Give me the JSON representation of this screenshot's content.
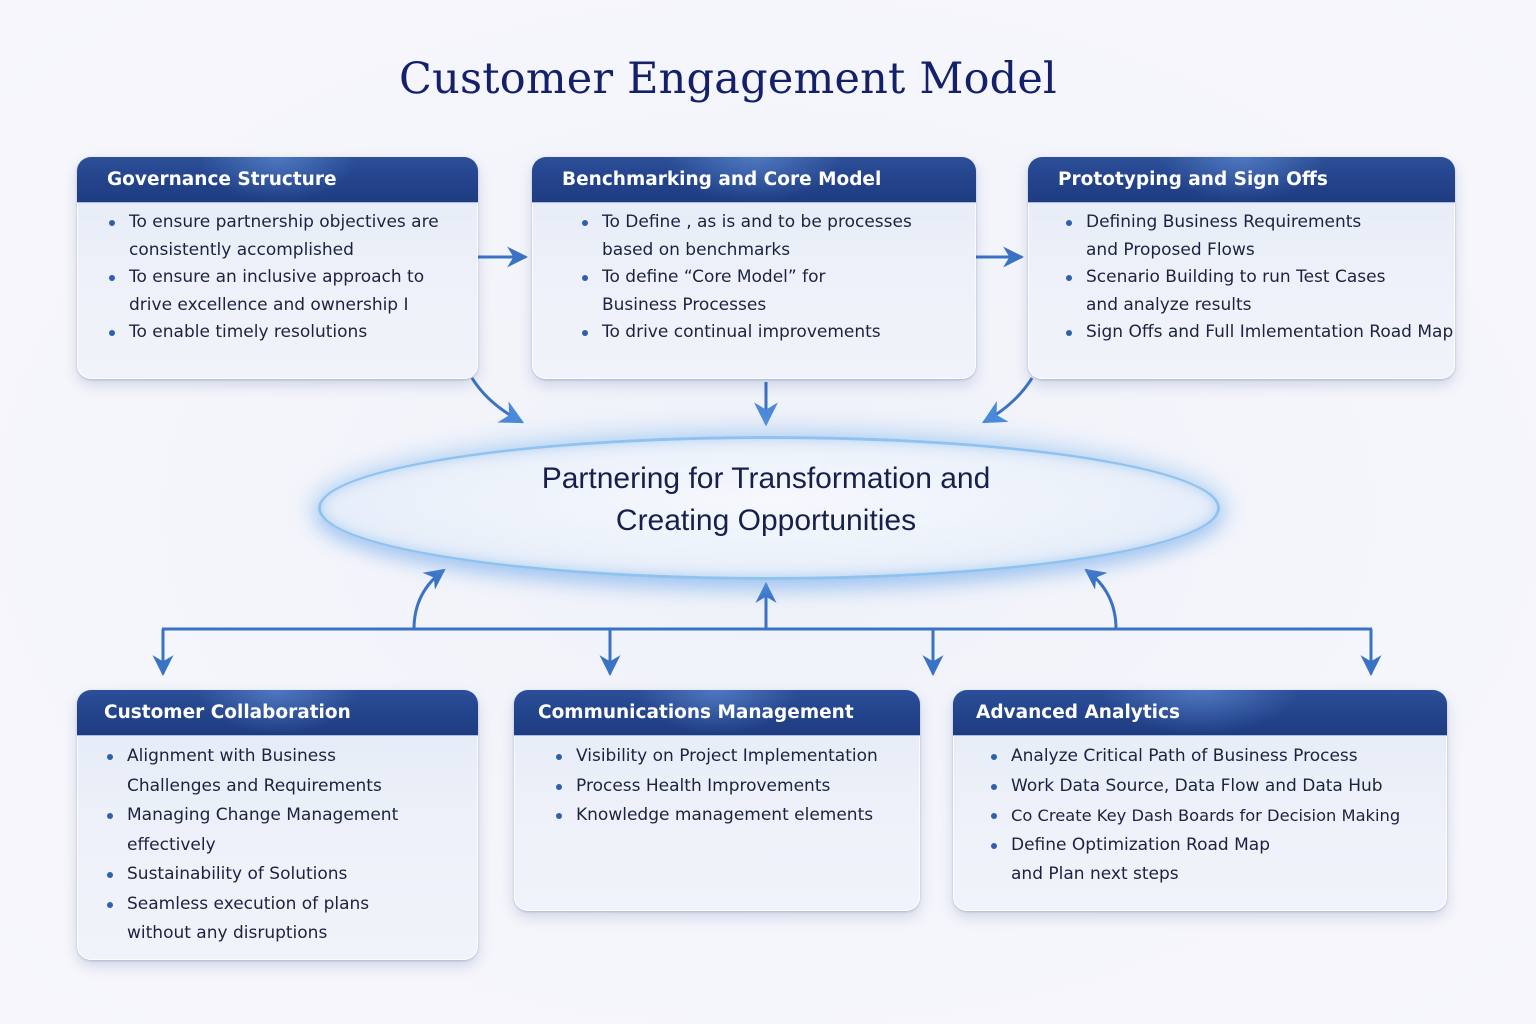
{
  "title": "Customer Engagement Model",
  "center": {
    "line1": "Partnering for Transformation and",
    "line2": "Creating Opportunities"
  },
  "top_cards": [
    {
      "title": "Governance Structure",
      "items": [
        "To ensure partnership objectives are consistently accomplished",
        "To ensure an inclusive approach to drive excellence and ownership I",
        "To enable timely resolutions"
      ]
    },
    {
      "title": "Benchmarking and Core Model",
      "items": [
        "To Define , as is and to be processes based on benchmarks",
        "To define “Core Model” for Business Processes",
        "To drive continual improvements"
      ]
    },
    {
      "title": "Prototyping and Sign Offs",
      "items": [
        "Defining Business Requirements and Proposed Flows",
        "Scenario Building to run Test Cases and analyze results",
        "Sign Offs and Full Imlementation Road Map"
      ]
    }
  ],
  "bottom_cards": [
    {
      "title": "Customer Collaboration",
      "items": [
        "Alignment with Business Challenges and Requirements",
        "Managing Change Management effectively",
        "Sustainability of Solutions",
        "Seamless execution of plans without any disruptions"
      ]
    },
    {
      "title": "Communications Management",
      "items": [
        "Visibility on Project Implementation",
        "Process Health Improvements",
        "Knowledge management elements"
      ]
    },
    {
      "title": "Advanced Analytics",
      "items": [
        "Analyze Critical Path of Business Process",
        "Work Data Source, Data Flow and Data Hub",
        "Co Create Key Dash Boards for Decision Making",
        "Define Optimization Road Map and Plan next steps"
      ]
    }
  ],
  "colors": {
    "header": "#22428a",
    "title": "#14206a",
    "arrow": "#3a72c4",
    "oval_border": "#8fc2ee"
  }
}
